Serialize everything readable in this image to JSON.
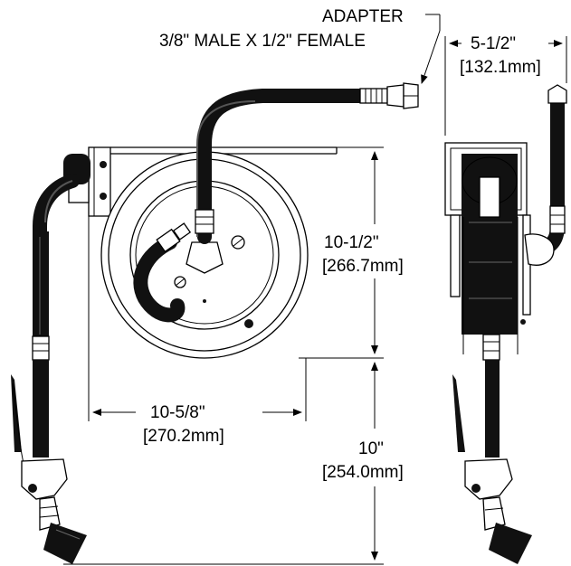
{
  "callout": {
    "line1": "ADAPTER",
    "line2": "3/8\" MALE X 1/2\" FEMALE"
  },
  "dimensions": {
    "depth": {
      "imperial": "5-1/2\"",
      "metric": "[132.1mm]"
    },
    "reel_height": {
      "imperial": "10-1/2\"",
      "metric": "[266.7mm]"
    },
    "reel_width": {
      "imperial": "10-5/8\"",
      "metric": "[270.2mm]"
    },
    "nozzle_drop": {
      "imperial": "10\"",
      "metric": "[254.0mm]"
    }
  }
}
